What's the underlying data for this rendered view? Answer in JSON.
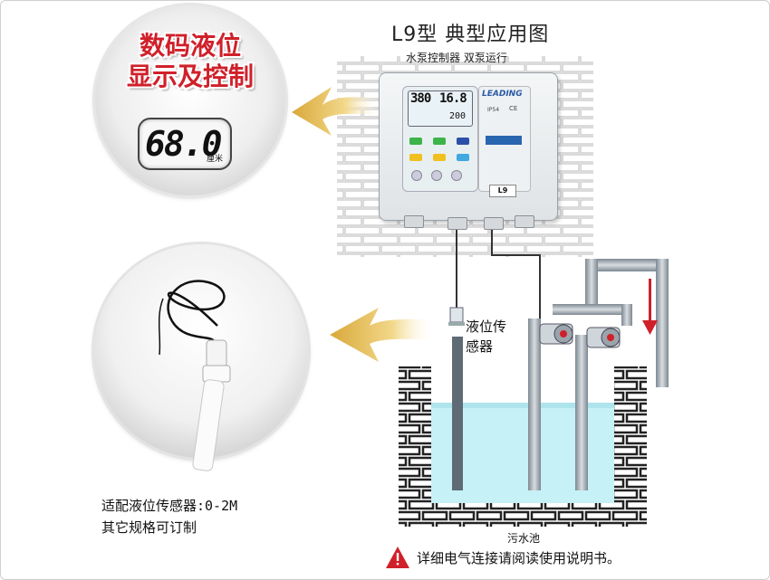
{
  "header": {
    "title": "L9型  典型应用图",
    "subtitle": "水泵控制器 双泵运行"
  },
  "feature1": {
    "headline_line1": "数码液位",
    "headline_line2": "显示及控制",
    "lcd_value": "68.0",
    "lcd_unit": "厘米"
  },
  "feature2": {
    "note_line1": "适配液位传感器:0-2M",
    "note_line2": "其它规格可订制"
  },
  "device": {
    "display_left": "380",
    "display_right": "16.8",
    "display_bottom": "200",
    "brand": "LEADING",
    "rating": "IP54",
    "ce_mark": "CE",
    "model_plate": "L9"
  },
  "diagram": {
    "sensor_label_line1": "液位传",
    "sensor_label_line2": "感器",
    "pool_label": "污水池"
  },
  "footer": {
    "warning": "详细电气连接请阅读使用说明书。",
    "warning_icon": "warning-triangle-icon"
  },
  "colors": {
    "headline_red": "#d0202a",
    "arrow_gold": "#c89a2a",
    "water": "#c6f1f6",
    "pipe_gray": "#8f9aa2",
    "brick_stroke": "#222222",
    "flow_arrow": "#d0202a"
  }
}
